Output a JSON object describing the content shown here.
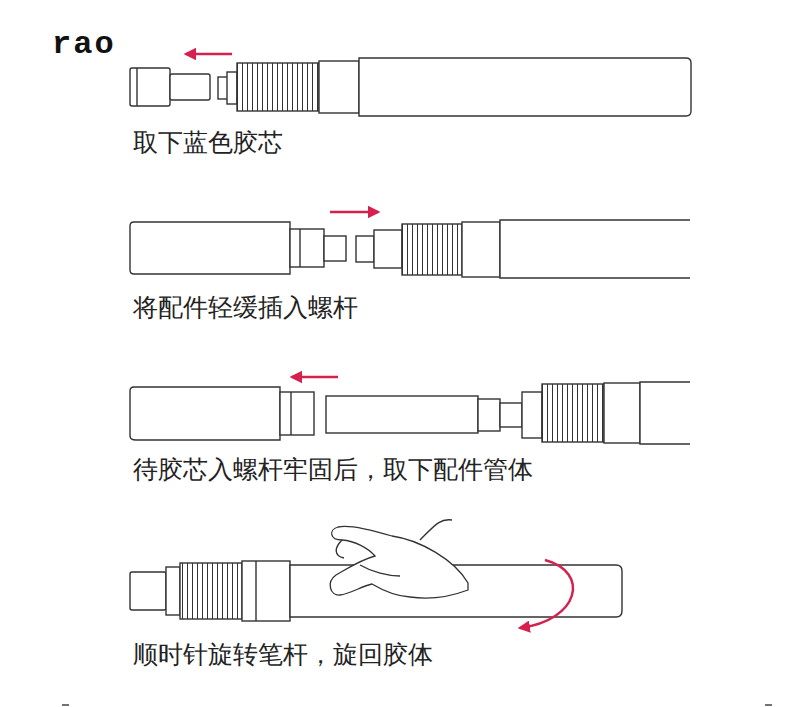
{
  "diagram": {
    "labels": [
      "rao",
      "取下蓝色胶芯",
      "将配件轻缓插入螺杆",
      "待胶芯入螺杆牢固后，取下配件管体",
      "顺时针旋转笔杆，旋回胶体"
    ]
  }
}
